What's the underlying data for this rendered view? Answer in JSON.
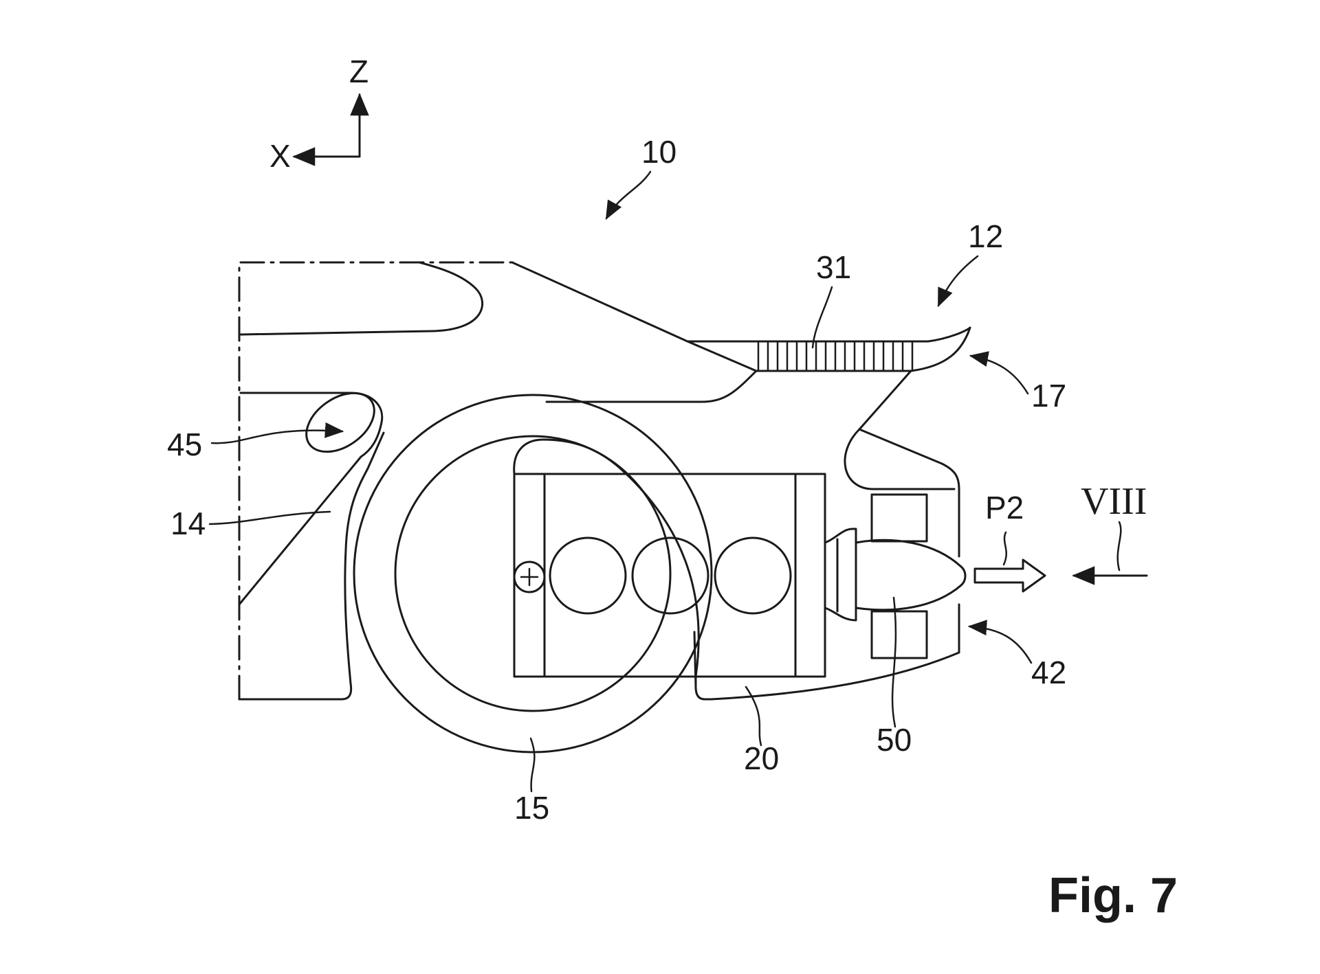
{
  "axes": {
    "z": "Z",
    "x": "X"
  },
  "labels": {
    "device": "10",
    "front_end": "12",
    "part_14": "14",
    "part_15": "15",
    "part_17": "17",
    "part_20": "20",
    "part_31": "31",
    "part_42": "42",
    "part_45": "45",
    "part_50": "50",
    "arrow_p2": "P2",
    "view_viii": "VIII"
  },
  "figure_caption": "Fig. 7",
  "colors": {
    "ink": "#1a1a1a",
    "background": "#ffffff"
  }
}
